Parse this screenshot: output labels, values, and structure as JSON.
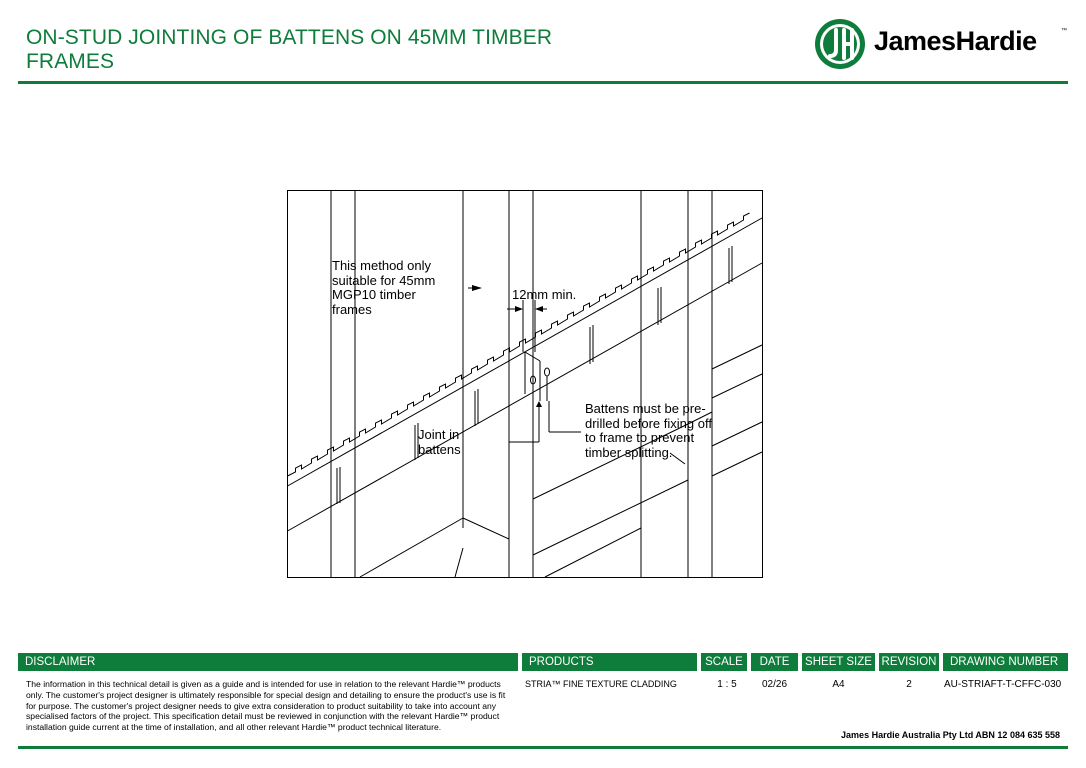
{
  "header": {
    "title_line1": "ON-STUD JOINTING OF BATTENS ON 45MM TIMBER",
    "title_line2": "FRAMES",
    "brand": "JamesHardie",
    "brand_tm": "™",
    "brand_color": "#0e7c3a"
  },
  "drawing": {
    "note_frame_1": "This method only",
    "note_frame_2": "suitable for 45mm",
    "note_frame_3": "MGP10 timber",
    "note_frame_4": "frames",
    "note_gap": "12mm min.",
    "note_joint_1": "Joint in",
    "note_joint_2": "battens",
    "note_drill_1": "Battens must be pre-",
    "note_drill_2": "drilled before fixing off",
    "note_drill_3": "to frame to prevent",
    "note_drill_4": "timber splitting."
  },
  "table": {
    "headers": {
      "disclaimer": "DISCLAIMER",
      "products": "PRODUCTS",
      "scale": "SCALE",
      "date": "DATE",
      "sheet_size": "SHEET SIZE",
      "revision": "REVISION",
      "drawing_number": "DRAWING NUMBER"
    },
    "disclaimer_text": "The information in this technical detail is given as a guide and is intended for use in relation to the relevant Hardie™ products only. The customer's project designer is ultimately responsible for special design and detailing to ensure the product's use is fit for purpose. The customer's project designer needs to give extra consideration to product suitability to take into account any specialised factors of the project. This specification detail must be reviewed in conjunction with the relevant Hardie™ product installation guide current at the time of installation, and all other relevant Hardie™ product technical literature.",
    "products": "STRIA™ FINE TEXTURE CLADDING",
    "scale": "1 : 5",
    "date": "02/26",
    "sheet_size": "A4",
    "revision": "2",
    "drawing_number": "AU-STRIAFT-T-CFFC-030"
  },
  "footer": {
    "company": "James Hardie Australia Pty Ltd ABN 12 084 635 558"
  }
}
